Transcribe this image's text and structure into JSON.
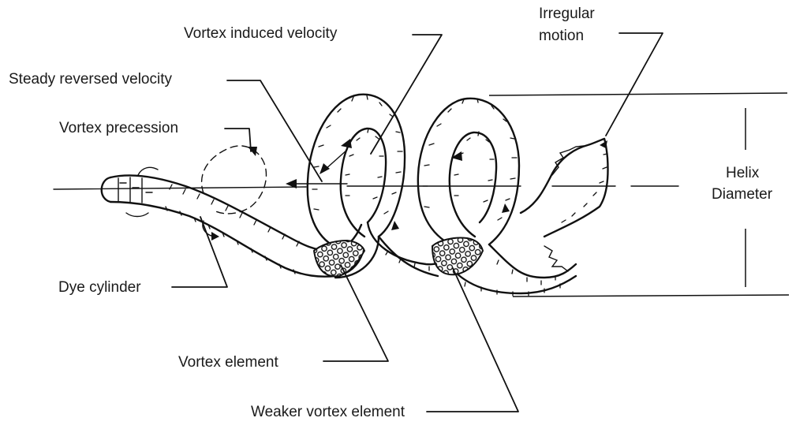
{
  "figure": {
    "labels": {
      "vortex_induced_velocity": "Vortex induced velocity",
      "irregular_motion_line1": "Irregular",
      "irregular_motion_line2": "motion",
      "steady_reversed_velocity": "Steady reversed velocity",
      "vortex_precession": "Vortex precession",
      "helix_diameter_line1": "Helix",
      "helix_diameter_line2": "Diameter",
      "dye_cylinder": "Dye cylinder",
      "vortex_element": "Vortex element",
      "weaker_vortex_element": "Weaker vortex element"
    },
    "colors": {
      "ink": "#111111",
      "background": "#ffffff"
    }
  }
}
